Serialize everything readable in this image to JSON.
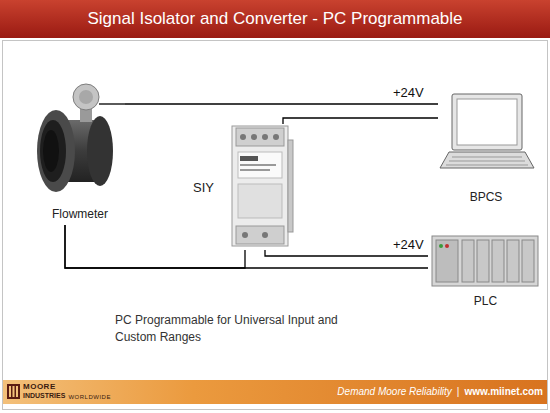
{
  "diagram": {
    "title": "Signal Isolator and Converter - PC Programmable",
    "caption": "PC Programmable for Universal Input and Custom Ranges",
    "nodes": [
      {
        "text": [
          "Flowmeter"
        ]
      },
      {
        "text": [
          "SIY"
        ]
      },
      {
        "text": [
          "BPCS"
        ]
      },
      {
        "text": [
          "PLC"
        ]
      }
    ],
    "edges": [
      {
        "from": 0,
        "to": 2,
        "label": "+24V",
        "arrow": "none"
      },
      {
        "from": 1,
        "to": 2,
        "arrow": "none"
      },
      {
        "from": 1,
        "to": 3,
        "label": "+24V",
        "arrow": "none"
      },
      {
        "from": 0,
        "to": 3,
        "arrow": "none"
      },
      {
        "from": 1,
        "to": 0,
        "arrow": "none"
      }
    ],
    "labels": [
      "MOORE",
      "INDUSTRIES",
      "WORLDWIDE",
      "Demand Moore Reliability",
      "|",
      "www.miinet.com"
    ]
  }
}
